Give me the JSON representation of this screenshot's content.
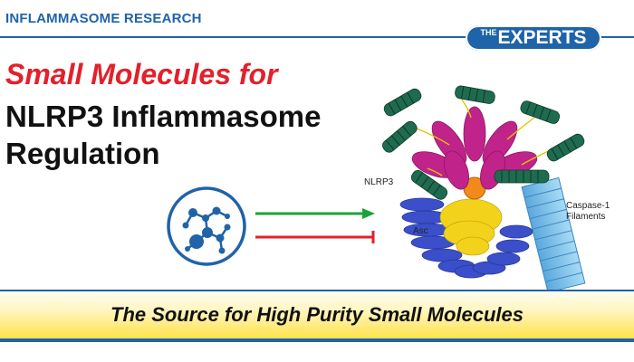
{
  "header": {
    "label": "INFLAMMASOME RESEARCH",
    "badge_prefix": "THE",
    "badge_main": "EXPERTS"
  },
  "headline": {
    "line1": "Small Molecules for",
    "line2": "NLRP3 Inflammasome Regulation"
  },
  "diagram": {
    "labels": {
      "nlrp3": "NLRP3",
      "asc": "Asc",
      "caspase_line1": "Caspase-1",
      "caspase_line2": "Filaments"
    },
    "icons": [
      "molecule-icon",
      "activation-arrow-icon",
      "inhibition-bar-icon"
    ]
  },
  "banner": {
    "text": "The Source for High Purity Small Molecules"
  },
  "colors": {
    "brand_blue": "#1f63a8",
    "headline_red": "#e3202b",
    "arrow_green": "#1aa33a",
    "inhibit_red": "#e3202b",
    "banner_yellow": "#ffe24a",
    "nlrp3_magenta": "#c0238a",
    "lrr_green": "#1e6b4f",
    "asc_blue": "#3a4fc9",
    "caspase_light_blue": "#7ec3ea"
  }
}
